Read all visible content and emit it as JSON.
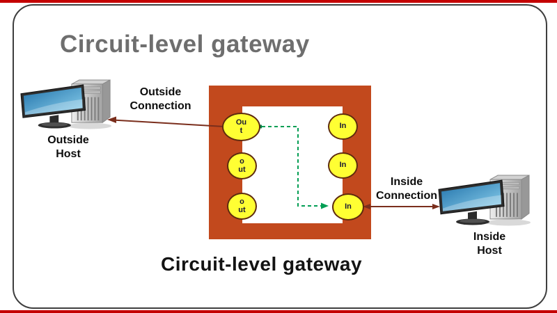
{
  "slide": {
    "title": "Circuit-level gateway",
    "caption": "Circuit-level gateway"
  },
  "labels": {
    "outside_connection": [
      "Outside",
      "Connection"
    ],
    "outside_host": [
      "Outside",
      "Host"
    ],
    "inside_connection": [
      "Inside",
      "Connection"
    ],
    "inside_host": [
      "Inside",
      "Host"
    ]
  },
  "gateway": {
    "out": [
      [
        "Ou",
        "t"
      ],
      [
        "o",
        "ut"
      ],
      [
        "o",
        "ut"
      ]
    ],
    "in": [
      "In",
      "In",
      "In"
    ]
  },
  "icons": {
    "outside_host": "desktop-computer-icon",
    "inside_host": "desktop-computer-icon"
  },
  "colors": {
    "top_bottom_band": "#C40000",
    "gateway_box": "#C2491D",
    "node_fill": "#FFFF33",
    "node_border": "#5E2B0E",
    "connection_arrow": "#7A2E1C",
    "virtual_circuit_dash": "#009E54",
    "title_text": "#6E6E6E"
  }
}
